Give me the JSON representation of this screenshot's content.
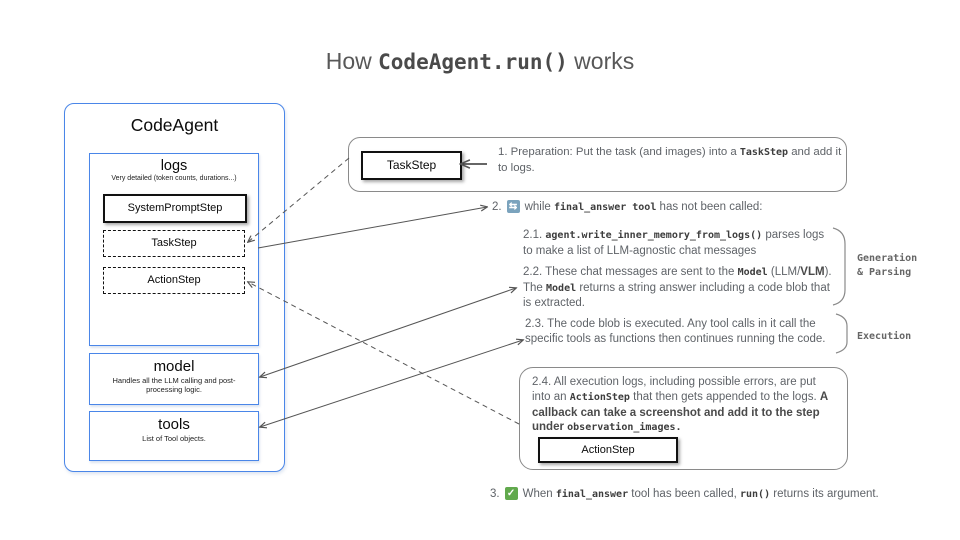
{
  "title": {
    "pre": "How ",
    "code": "CodeAgent.run()",
    "post": " works"
  },
  "colors": {
    "accent_blue": "#4a86e8",
    "border_gray": "#8a8a8a",
    "text_gray": "#5f6368",
    "loop_icon_bg": "#7ba3bd",
    "check_icon_bg": "#61a94d",
    "arrow": "#555555"
  },
  "icons": {
    "loop": "⇆",
    "check": "✓"
  },
  "agent_panel": {
    "title": "CodeAgent",
    "logs": {
      "title": "logs",
      "subtitle": "Very detailed (token counts, durations...)",
      "steps": [
        "SystemPromptStep",
        "TaskStep",
        "ActionStep"
      ]
    },
    "model": {
      "title": "model",
      "subtitle": "Handles all the LLM calling and post-processing logic."
    },
    "tools": {
      "title": "tools",
      "subtitle": "List of Tool objects."
    }
  },
  "step1": {
    "chip": "TaskStep",
    "s1": "1.  Preparation: Put the task (and images) into a ",
    "s2": "TaskStep",
    "s3": " and add it to logs."
  },
  "step2": {
    "num": "2.",
    "s1": "while ",
    "s2": "final_answer tool",
    "s3": " has not been called:"
  },
  "step21": {
    "s1": "2.1.  ",
    "s2": "agent.write_inner_memory_from_logs()",
    "s3": "  parses logs to make a list of LLM-agnostic chat messages"
  },
  "step22": {
    "s1": "2.2. These chat messages are sent to the ",
    "s2": "Model",
    "s3": " (LLM/",
    "s4": "VLM",
    "s5": "). The ",
    "s6": "Model",
    "s7": "  returns a string answer including a code blob that is extracted."
  },
  "step23": {
    "s1": "2.3. The code blob is executed. Any tool calls in it call the specific tools as functions then continues running the code."
  },
  "step24": {
    "s1": "2.4. All execution logs, including possible errors, are put into an ",
    "s2": "ActionStep",
    "s3": " that then gets appended to the logs. ",
    "s4": "A callback can  take a screenshot and add it to the step under ",
    "s5": "observation_images.",
    "chip": "ActionStep"
  },
  "step3": {
    "num": "3.",
    "s1": "When ",
    "s2": "final_answer",
    "s3": " tool has been called, ",
    "s4": "run()",
    "s5": " returns its argument."
  },
  "side_labels": {
    "generation_1": "Generation",
    "generation_2": "& Parsing",
    "execution": "Execution"
  }
}
